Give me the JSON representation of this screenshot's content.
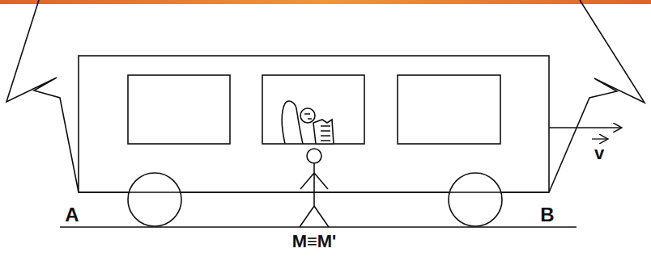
{
  "diagram": {
    "labels": [
      "A",
      "B",
      "M≡M'",
      "v"
    ]
  }
}
